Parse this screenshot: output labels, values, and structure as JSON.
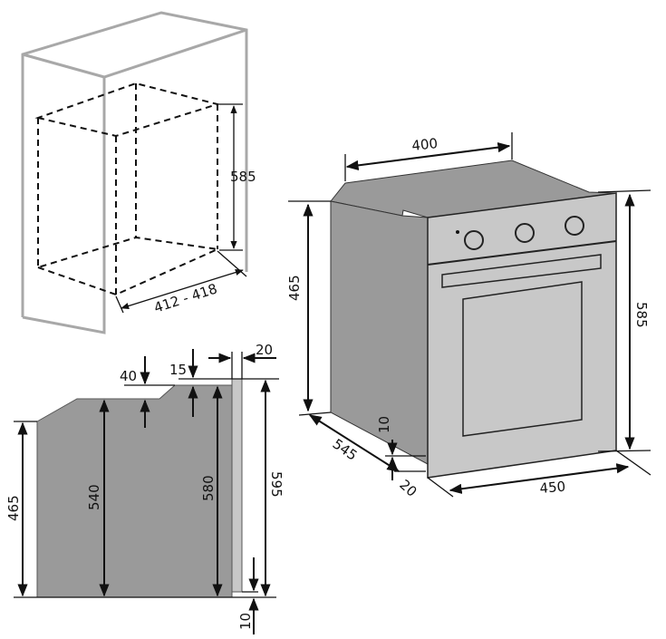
{
  "colors": {
    "body": "#9a9a9a",
    "panel": "#c8c8c8",
    "frame": "#a8a8a8",
    "line": "#111111"
  },
  "cabinet": {
    "height_label": "585",
    "width_label": "412 - 418"
  },
  "side_view": {
    "labels": {
      "d40": "40",
      "d15": "15",
      "d20": "20",
      "d465": "465",
      "d540": "540",
      "d580": "580",
      "d595": "595",
      "d10": "10"
    }
  },
  "oven_view": {
    "labels": {
      "d400": "400",
      "d465": "465",
      "d585": "585",
      "d545": "545",
      "d10": "10",
      "d20": "20",
      "d450": "450"
    }
  }
}
